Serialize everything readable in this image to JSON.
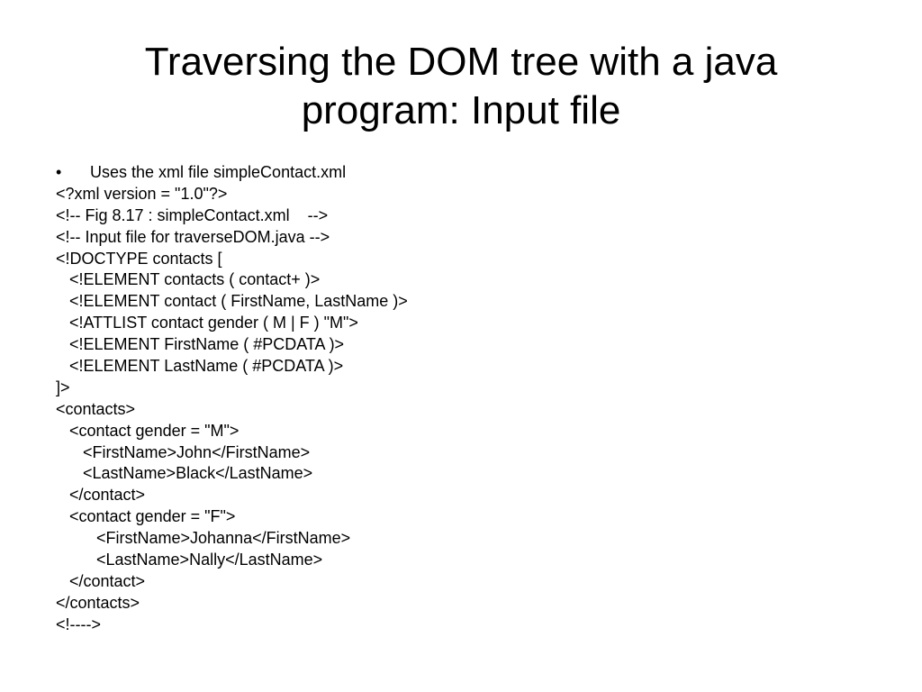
{
  "slide": {
    "title_lines": [
      "Traversing the DOM tree with a java",
      "program: Input file"
    ],
    "bullet": {
      "marker": "•",
      "text": "Uses the xml file simpleContact.xml"
    },
    "code_lines": [
      "<?xml version = \"1.0\"?>",
      "<!-- Fig 8.17 : simpleContact.xml    -->",
      "<!-- Input file for traverseDOM.java -->",
      "<!DOCTYPE contacts [",
      "   <!ELEMENT contacts ( contact+ )>",
      "   <!ELEMENT contact ( FirstName, LastName )>",
      "   <!ATTLIST contact gender ( M | F ) \"M\">",
      "   <!ELEMENT FirstName ( #PCDATA )>",
      "   <!ELEMENT LastName ( #PCDATA )>",
      "]>",
      "<contacts>",
      "   <contact gender = \"M\">",
      "      <FirstName>John</FirstName>",
      "      <LastName>Black</LastName>",
      "   </contact>",
      "   <contact gender = \"F\">",
      "         <FirstName>Johanna</FirstName>",
      "         <LastName>Nally</LastName>",
      "   </contact>",
      "</contacts>",
      "<!---->"
    ]
  }
}
